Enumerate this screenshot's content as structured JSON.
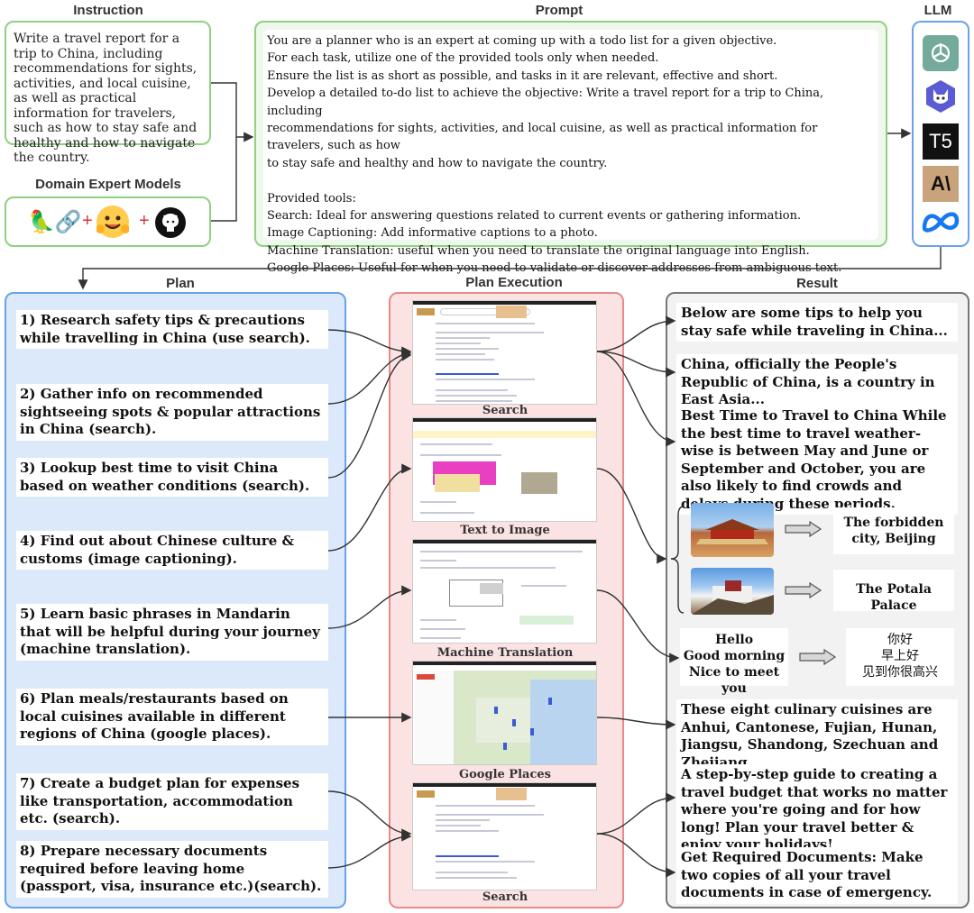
{
  "headers": {
    "instruction": "Instruction",
    "prompt": "Prompt",
    "llm": "LLM",
    "domain_expert": "Domain Expert Models",
    "plan": "Plan",
    "plan_execution": "Plan Execution",
    "result": "Result"
  },
  "instruction_text": "Write a travel report for a trip to China, including recommendations for sights, activities, and local cuisine, as well as practical information for travelers, such as how to stay safe and healthy and how to navigate the country.",
  "prompt_lines": [
    "You are a planner who is an expert at coming up with a todo list for a given objective.",
    "For each task, utilize one of the provided tools only when needed.",
    "Ensure the list is as short as possible, and tasks in it are relevant, effective and short.",
    "Develop a detailed to-do list to achieve the objective: Write a travel report for a trip to China, including",
    "recommendations for sights, activities, and local cuisine, as well as practical information for travelers, such as how",
    "to stay safe and healthy and how to navigate the country.",
    "",
    "Provided tools:",
    "Search: Ideal for answering questions related to current events or gathering information.",
    "Image Captioning: Add informative captions to a photo.",
    "Machine Translation: useful when you need to translate the original language into English.",
    "Google Places: Useful for when you need to validate or discover addresses from ambiguous text."
  ],
  "plan_items": [
    "1) Research safety tips & precautions while travelling in China (use search).",
    "2) Gather info on recommended sightseeing spots & popular attractions in China (search).",
    "3) Lookup best time to visit China based on weather conditions (search).",
    "4) Find out about Chinese culture & customs (image captioning).",
    "5) Learn basic phrases in Mandarin that will be helpful during your journey (machine translation).",
    "6) Plan meals/restaurants based on local cuisines available in different regions of China (google places).",
    "7) Create a budget plan for expenses like transportation, accommodation etc. (search).",
    "8) Prepare necessary documents required before leaving home (passport, visa, insurance etc.)(search)."
  ],
  "execution_captions": [
    "Search",
    "Text to Image",
    "Machine Translation",
    "Google Places",
    "Search"
  ],
  "results": {
    "r1": "Below are some tips to help you stay safe while traveling in China...",
    "r2": "China, officially the People's Republic of China, is a country in East Asia...",
    "r3": "Best Time to Travel to China While the best time to travel weather-wise is between May and June or September and October, you are also likely to find crowds and delays during these periods.",
    "img1_caption": "The forbidden city, Beijing",
    "img2_caption": "The Potala Palace",
    "trans_en": [
      "Hello",
      "Good morning",
      "Nice to meet you"
    ],
    "trans_zh": [
      "你好",
      "早上好",
      "见到你很高兴"
    ],
    "r4": "These eight culinary cuisines are Anhui, Cantonese, Fujian, Hunan, Jiangsu, Shandong, Szechuan and Zhejiang.",
    "r5": "A step-by-step guide to creating a travel budget that works no matter where you're going and for how long! Plan your travel better & enjoy your holidays!",
    "r6": "Get Required Documents: Make two copies of all your travel documents in case of emergency."
  },
  "llm_icons": [
    "openai-icon",
    "vicuna-icon",
    "t5-icon",
    "anthropic-icon",
    "meta-icon"
  ],
  "llm_labels": {
    "t5": "T5",
    "anthropic": "A\\"
  },
  "expert_icons": [
    "parrot-link-icon",
    "huggingface-icon",
    "github-icon"
  ],
  "colors": {
    "green_border": "#8fd17f",
    "blue_border": "#6aa2e8",
    "blue_fill": "#dce9fa",
    "red_border": "#e88a8a",
    "red_fill": "#fbe3e3",
    "gray_border": "#777777",
    "gray_fill": "#f2f2f2"
  }
}
